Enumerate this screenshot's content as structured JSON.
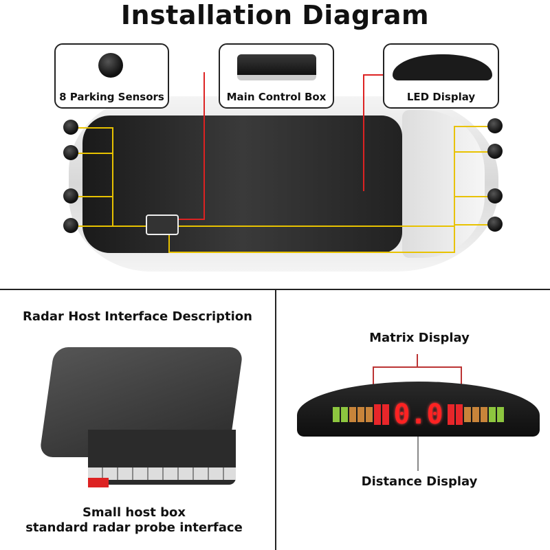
{
  "title": "Installation Diagram",
  "callouts": [
    {
      "label": "8 Parking Sensors"
    },
    {
      "label": "Main Control Box"
    },
    {
      "label": "LED Display"
    }
  ],
  "host": {
    "heading": "Radar Host Interface Description",
    "caption_line1": "Small host box",
    "caption_line2": "standard radar probe interface"
  },
  "display": {
    "matrix_label": "Matrix Display",
    "distance_label": "Distance Display",
    "readout": "0.0",
    "left_bars": [
      "#8dc63f",
      "#8dc63f",
      "#c8843a",
      "#c8843a",
      "#c8843a",
      "#e8262a",
      "#e8262a"
    ],
    "right_bars": [
      "#e8262a",
      "#e8262a",
      "#c8843a",
      "#c8843a",
      "#c8843a",
      "#8dc63f",
      "#8dc63f"
    ]
  },
  "colors": {
    "wire_sensor": "#e8c200",
    "wire_control": "#d22222"
  }
}
